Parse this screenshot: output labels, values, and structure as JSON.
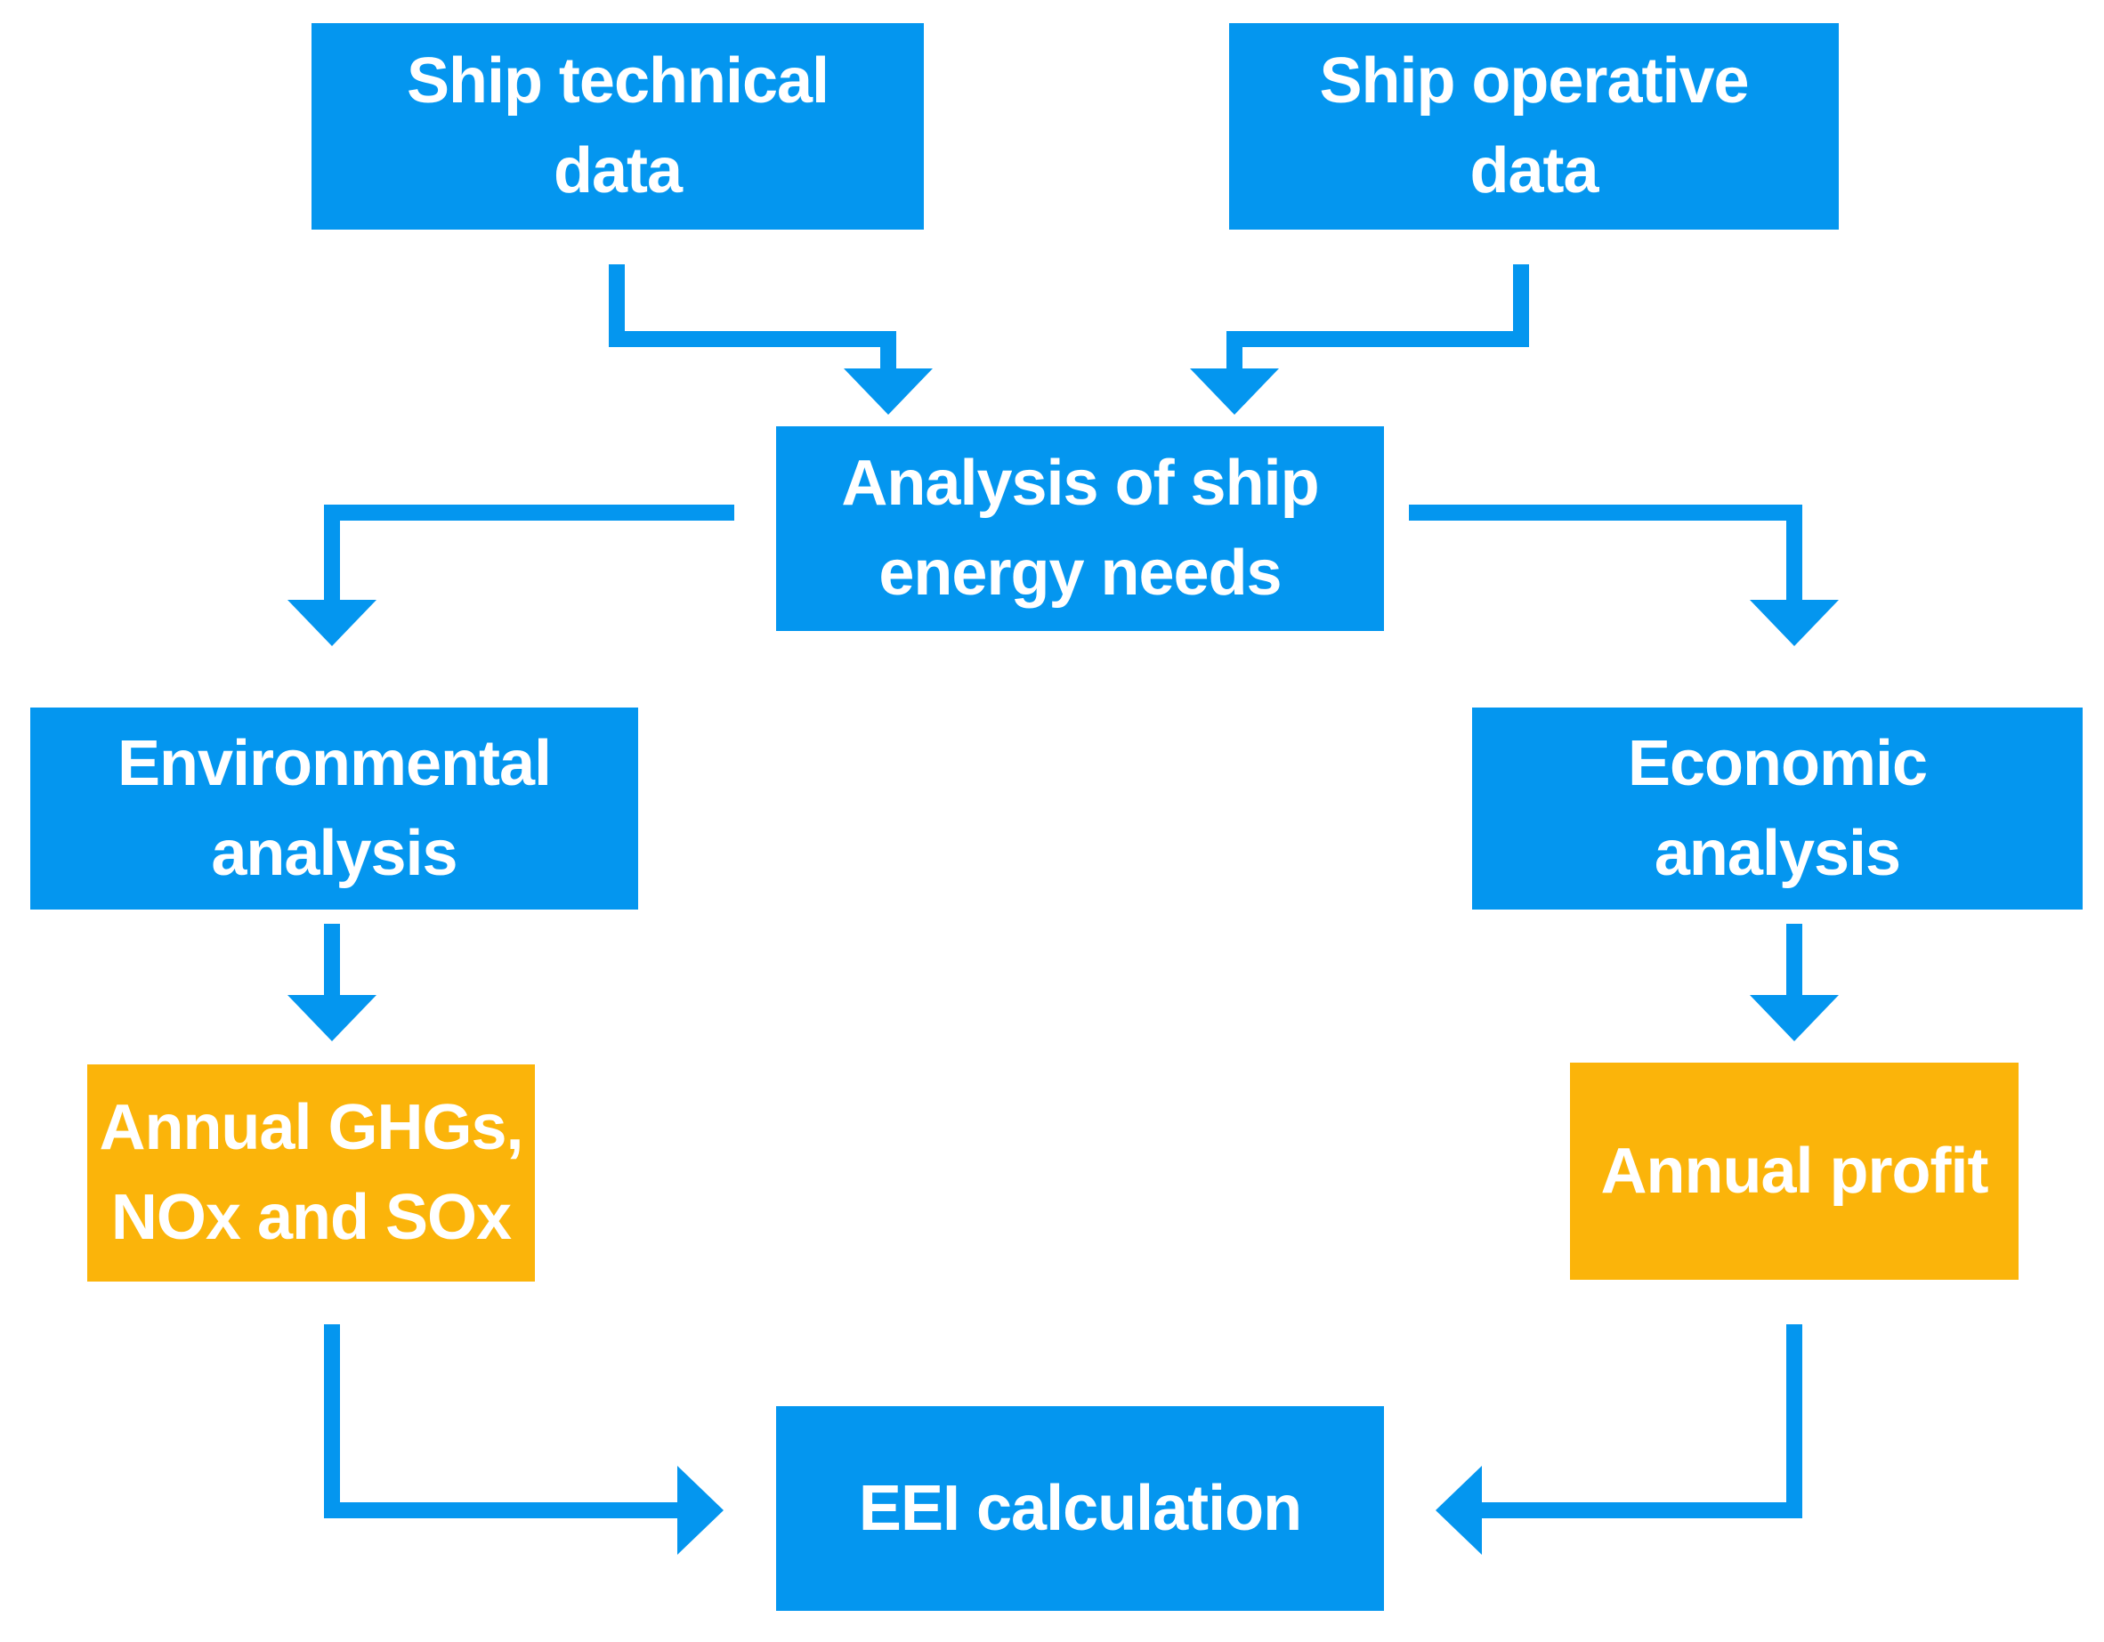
{
  "colors": {
    "process": "#0496ef",
    "output": "#fbb40a",
    "arrow": "#0496ef",
    "text": "#ffffff"
  },
  "nodes": {
    "ship_technical_data": {
      "label": "Ship technical\ndata"
    },
    "ship_operative_data": {
      "label": "Ship operative\ndata"
    },
    "analysis_energy_needs": {
      "label": "Analysis of ship\nenergy needs"
    },
    "environmental_analysis": {
      "label": "Environmental\nanalysis"
    },
    "economic_analysis": {
      "label": "Economic\nanalysis"
    },
    "annual_emissions": {
      "label": "Annual GHGs,\nNOx and SOx"
    },
    "annual_profit": {
      "label": "Annual profit"
    },
    "eei_calculation": {
      "label": "EEI calculation"
    }
  },
  "edges": [
    {
      "from": "ship_technical_data",
      "to": "analysis_energy_needs"
    },
    {
      "from": "ship_operative_data",
      "to": "analysis_energy_needs"
    },
    {
      "from": "analysis_energy_needs",
      "to": "environmental_analysis"
    },
    {
      "from": "analysis_energy_needs",
      "to": "economic_analysis"
    },
    {
      "from": "environmental_analysis",
      "to": "annual_emissions"
    },
    {
      "from": "economic_analysis",
      "to": "annual_profit"
    },
    {
      "from": "annual_emissions",
      "to": "eei_calculation"
    },
    {
      "from": "annual_profit",
      "to": "eei_calculation"
    }
  ]
}
